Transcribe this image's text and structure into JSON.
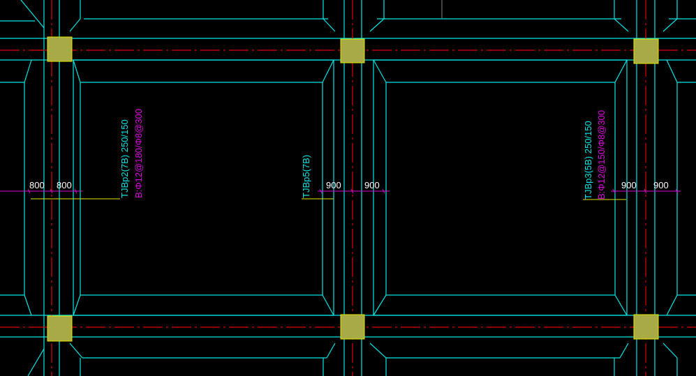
{
  "colors": {
    "background": "#000000",
    "beam_outline": "#00e5e5",
    "axis": "#e00000",
    "column_fill": "#a8aa46",
    "column_stroke": "#e6e600",
    "dimension": "#d800d8",
    "dim_text": "#ffffff",
    "leader": "#e6e600",
    "label_type": "#00e5e5",
    "label_rebar": "#e000e0",
    "thin_gray": "#8a8a8a"
  },
  "labels": {
    "left_type": "TJBp2(7B) 250/150",
    "left_rebar": "B:Φ12@180/Φ8@300",
    "middle_type": "TJBp5(7B)",
    "right_type": "TJBp3(5B) 250/150",
    "right_rebar": "B:Φ12@150/Φ8@300"
  },
  "dimensions": {
    "left_a": "800",
    "left_b": "800",
    "mid_a": "900",
    "mid_b": "900",
    "right_a": "900",
    "right_b": "900"
  }
}
